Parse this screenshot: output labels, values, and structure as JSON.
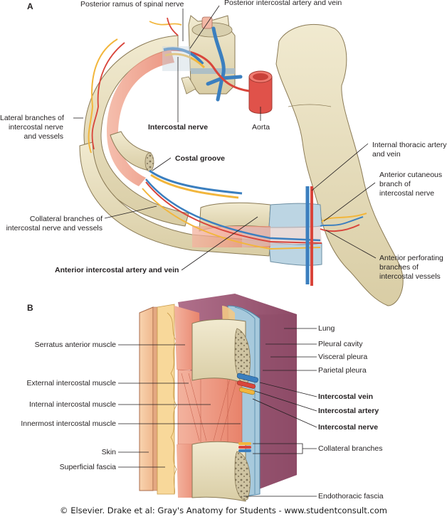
{
  "figure": {
    "panel_a_label": "A",
    "panel_b_label": "B",
    "caption": "© Elsevier. Drake et al: Gray's Anatomy for Students - www.studentconsult.com"
  },
  "panel_a": {
    "labels": {
      "posterior_ramus": "Posterior ramus of spinal nerve",
      "posterior_intercostal": "Posterior intercostal artery and vein",
      "lateral_branches_1": "Lateral branches of",
      "lateral_branches_2": "intercostal nerve",
      "lateral_branches_3": "and vessels",
      "intercostal_nerve": "Intercostal nerve",
      "aorta": "Aorta",
      "costal_groove": "Costal groove",
      "internal_thoracic_1": "Internal thoracic artery",
      "internal_thoracic_2": "and vein",
      "anterior_cutaneous_1": "Anterior cutaneous",
      "anterior_cutaneous_2": "branch of",
      "anterior_cutaneous_3": "intercostal nerve",
      "collateral_1": "Collateral branches of",
      "collateral_2": "intercostal nerve and vessels",
      "anterior_perforating_1": "Anterior perforating",
      "anterior_perforating_2": "branches of",
      "anterior_perforating_3": "intercostal vessels",
      "anterior_intercostal": "Anterior intercostal artery and vein"
    }
  },
  "panel_b": {
    "left_labels": {
      "serratus": "Serratus anterior muscle",
      "external": "External intercostal muscle",
      "internal": "Internal intercostal muscle",
      "innermost": "Innermost intercostal muscle",
      "skin": "Skin",
      "superficial_fascia": "Superficial fascia"
    },
    "right_labels": {
      "lung": "Lung",
      "pleural_cavity": "Pleural cavity",
      "visceral_pleura": "Visceral pleura",
      "parietal_pleura": "Parietal pleura",
      "intercostal_vein": "Intercostal vein",
      "intercostal_artery": "Intercostal artery",
      "intercostal_nerve": "Intercostal nerve",
      "collateral_branches": "Collateral branches",
      "endothoracic_fascia": "Endothoracic fascia"
    }
  },
  "colors": {
    "bone": "#e8dfbf",
    "bone_edge": "#8a7a55",
    "muscle": "#ee9a84",
    "artery": "#d9453b",
    "vein": "#3b7fbf",
    "nerve": "#f2b63c",
    "cartilage": "#b9d4e3",
    "lung": "#a25c78",
    "skin": "#f6c9a0",
    "fat": "#f8d89a"
  }
}
